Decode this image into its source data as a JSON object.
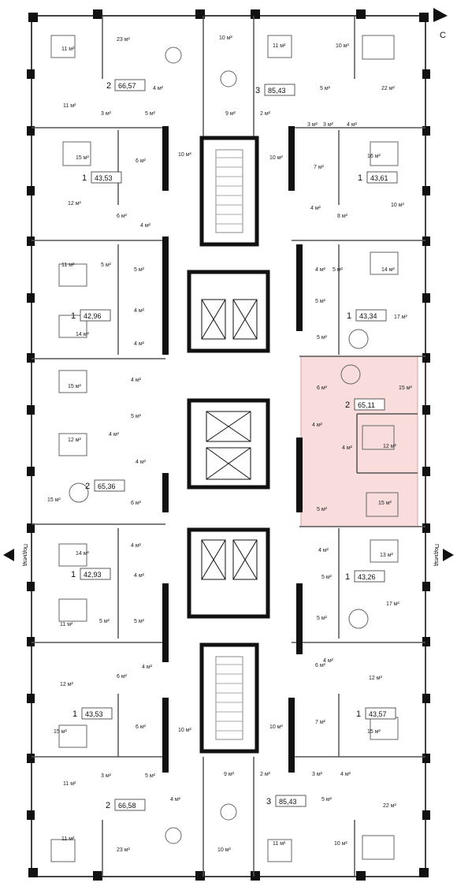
{
  "compass": "С",
  "entrance": "Подъезд",
  "apartments": [
    {
      "rooms": "2",
      "area": "66,57"
    },
    {
      "rooms": "3",
      "area": "85,43"
    },
    {
      "rooms": "1",
      "area": "43,53"
    },
    {
      "rooms": "1",
      "area": "43,61"
    },
    {
      "rooms": "1",
      "area": "42,96"
    },
    {
      "rooms": "1",
      "area": "43,34"
    },
    {
      "rooms": "2",
      "area": "65,11",
      "highlight": true
    },
    {
      "rooms": "2",
      "area": "65,36"
    },
    {
      "rooms": "1",
      "area": "42,93"
    },
    {
      "rooms": "1",
      "area": "43,26"
    },
    {
      "rooms": "1",
      "area": "43,53"
    },
    {
      "rooms": "1",
      "area": "43,57"
    },
    {
      "rooms": "2",
      "area": "66,58"
    },
    {
      "rooms": "3",
      "area": "85,43"
    }
  ],
  "rooms": [
    "23 м²",
    "11 м²",
    "10 м²",
    "11 м²",
    "10 м²",
    "4 м²",
    "5 м²",
    "22 м²",
    "11 м²",
    "3 м²",
    "5 м²",
    "9 м²",
    "2 м²",
    "3 м²",
    "3 м²",
    "4 м²",
    "15 м²",
    "6 м²",
    "10 м²",
    "10 м²",
    "7 м²",
    "16 м²",
    "12 м²",
    "6 м²",
    "4 м²",
    "4 м²",
    "8 м²",
    "10 м²",
    "11 м²",
    "5 м²",
    "5 м²",
    "4 м²",
    "5 м²",
    "14 м²",
    "4 м²",
    "5 м²",
    "17 м²",
    "14 м²",
    "4 м²",
    "5 м²",
    "15 м²",
    "4 м²",
    "6 м²",
    "15 м²",
    "5 м²",
    "12 м²",
    "4 м²",
    "4 м²",
    "12 м²",
    "4 м²",
    "4 м²",
    "15 м²",
    "6 м²",
    "5 м²",
    "15 м²",
    "14 м²",
    "4 м²",
    "4 м²",
    "13 м²",
    "4 м²",
    "5 м²",
    "11 м²",
    "5 м²",
    "5 м²",
    "17 м²",
    "5 м²",
    "6 м²",
    "4 м²",
    "6 м²",
    "12 м²",
    "12 м²",
    "4 м²",
    "15 м²",
    "6 м²",
    "10 м²",
    "10 м²",
    "7 м²",
    "15 м²",
    "11 м²",
    "3 м²",
    "5 м²",
    "9 м²",
    "2 м²",
    "3 м²",
    "4 м²",
    "4 м²",
    "5 м²",
    "22 м²",
    "23 м²",
    "10 м²",
    "11 м²",
    "11 м²",
    "10 м²"
  ]
}
